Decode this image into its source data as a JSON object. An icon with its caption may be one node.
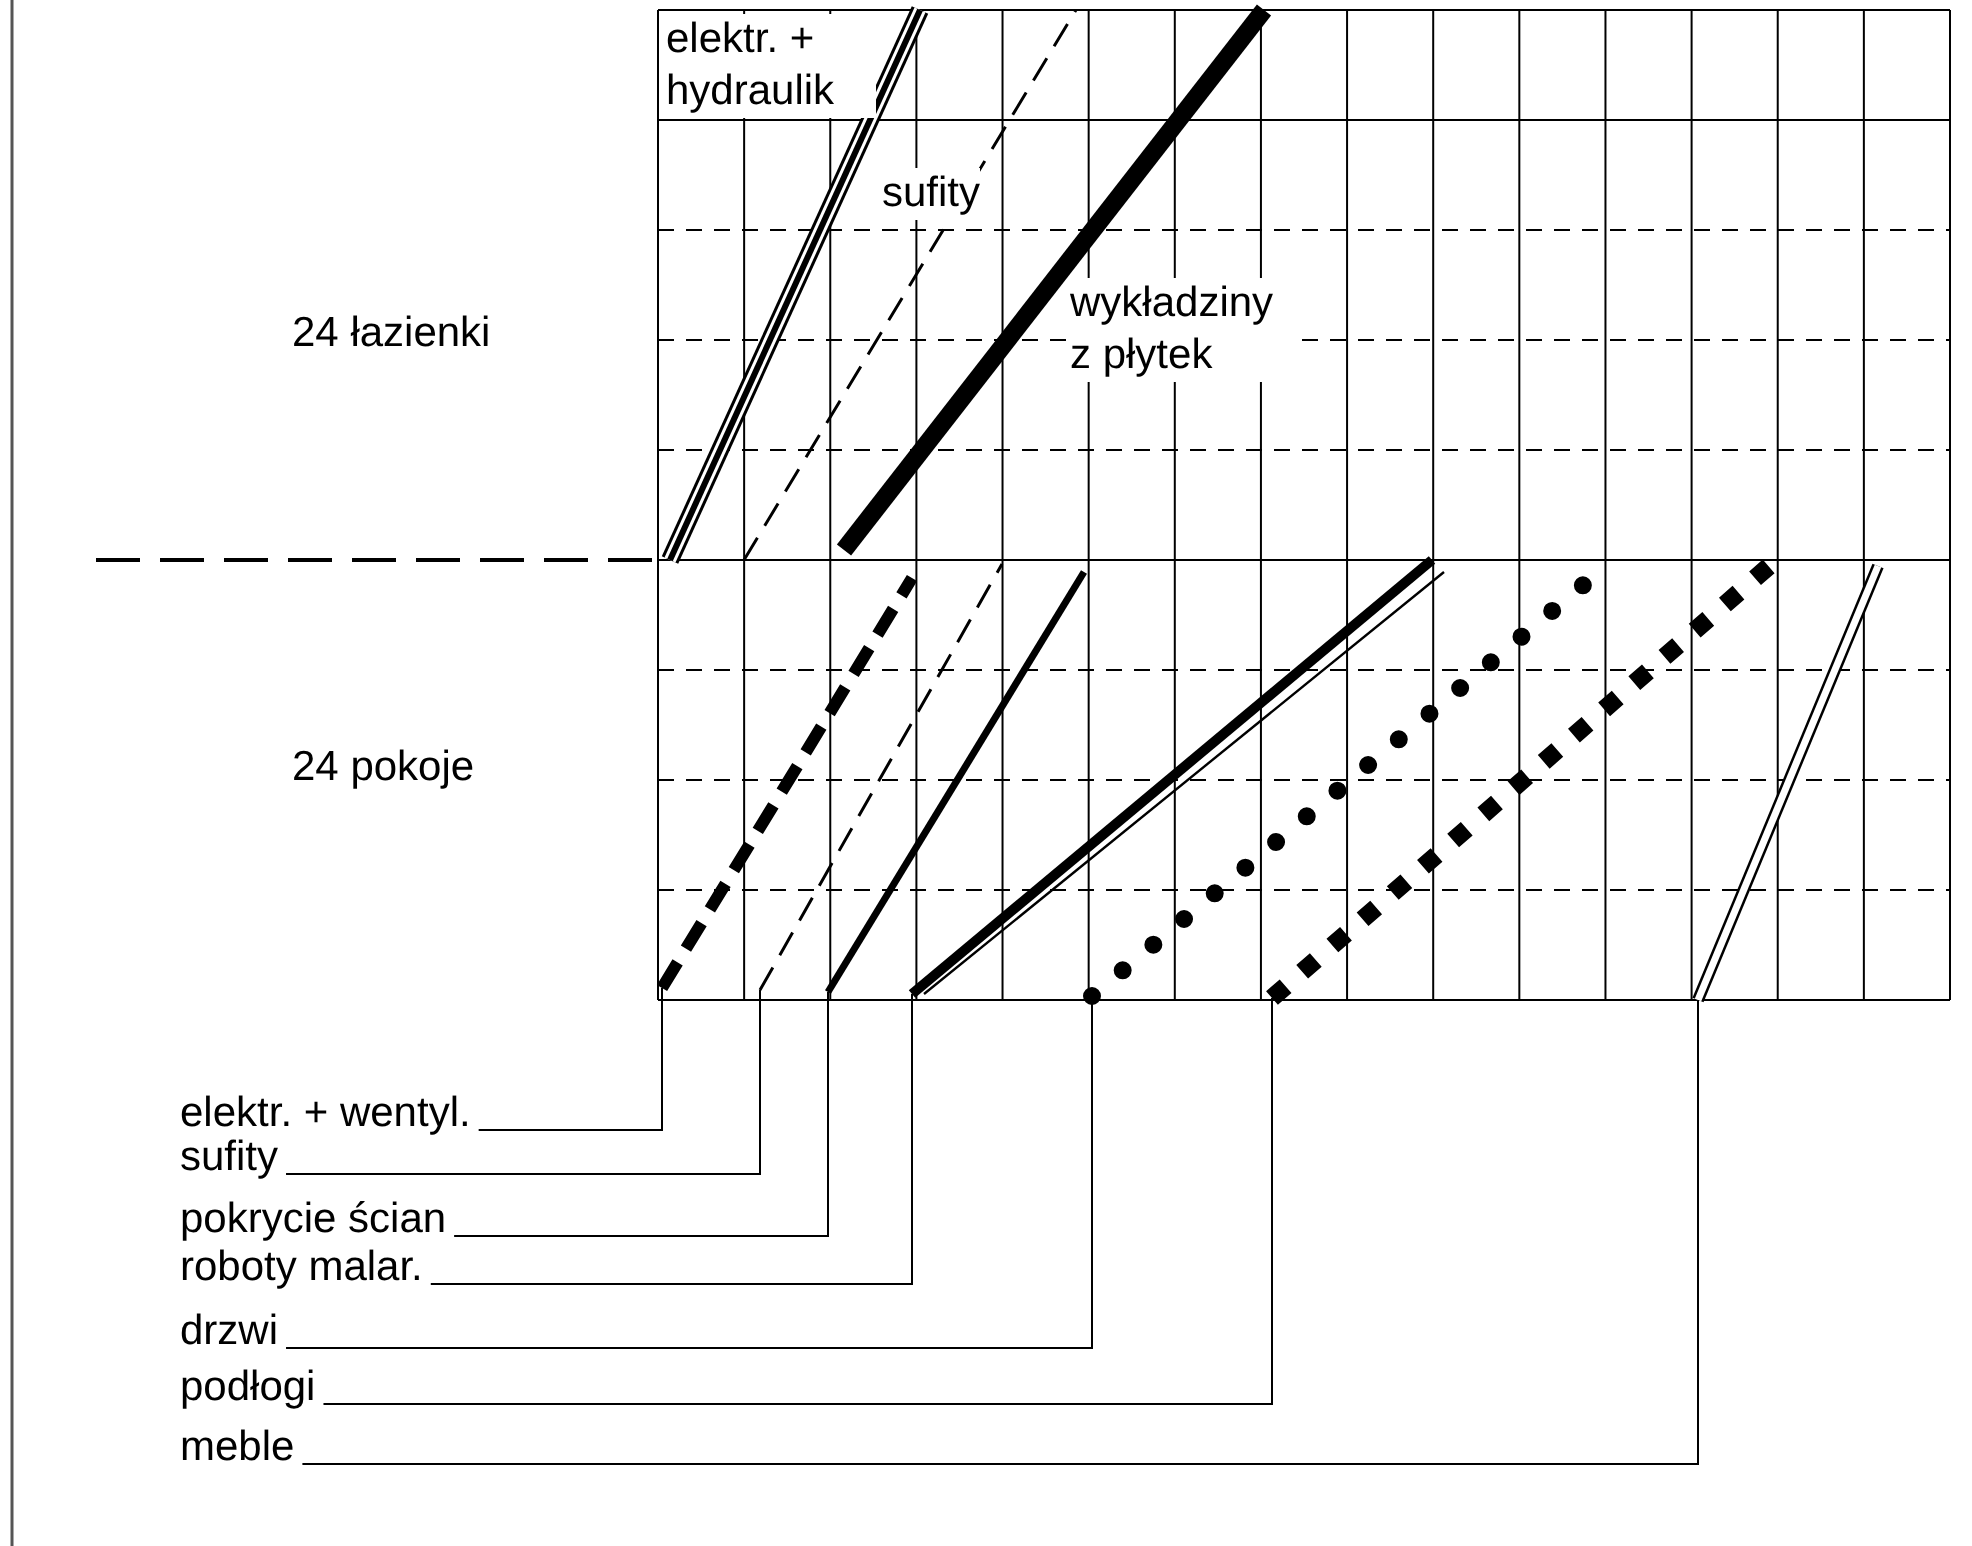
{
  "diagram": {
    "nodes": [
      {
        "text": [
          "elektr. + wentyl."
        ]
      },
      {
        "text": [
          "sufity"
        ]
      },
      {
        "text": [
          "pokrycie ścian"
        ]
      },
      {
        "text": [
          "roboty malar."
        ]
      },
      {
        "text": [
          "drzwi"
        ]
      },
      {
        "text": [
          "podłogi"
        ]
      },
      {
        "text": [
          "meble"
        ]
      },
      {
        "text": [],
        "shape": "line"
      },
      {
        "text": [],
        "shape": "line"
      },
      {
        "text": [],
        "shape": "line"
      },
      {
        "text": [],
        "shape": "line"
      },
      {
        "text": [],
        "shape": "line"
      },
      {
        "text": [],
        "shape": "line"
      },
      {
        "text": [],
        "shape": "line"
      }
    ],
    "edges": [
      {
        "from": 0,
        "to": 7,
        "arrow": "none"
      },
      {
        "from": 1,
        "to": 8,
        "arrow": "none"
      },
      {
        "from": 2,
        "to": 9,
        "arrow": "none"
      },
      {
        "from": 3,
        "to": 10,
        "arrow": "none"
      },
      {
        "from": 4,
        "to": 11,
        "arrow": "none"
      },
      {
        "from": 5,
        "to": 12,
        "arrow": "none"
      },
      {
        "from": 6,
        "to": 13,
        "arrow": "none"
      }
    ],
    "labels": [
      "elektr. + hydraulik",
      "sufity",
      "wykładziny z płytek",
      "24 łazienki",
      "24 pokoje"
    ]
  }
}
